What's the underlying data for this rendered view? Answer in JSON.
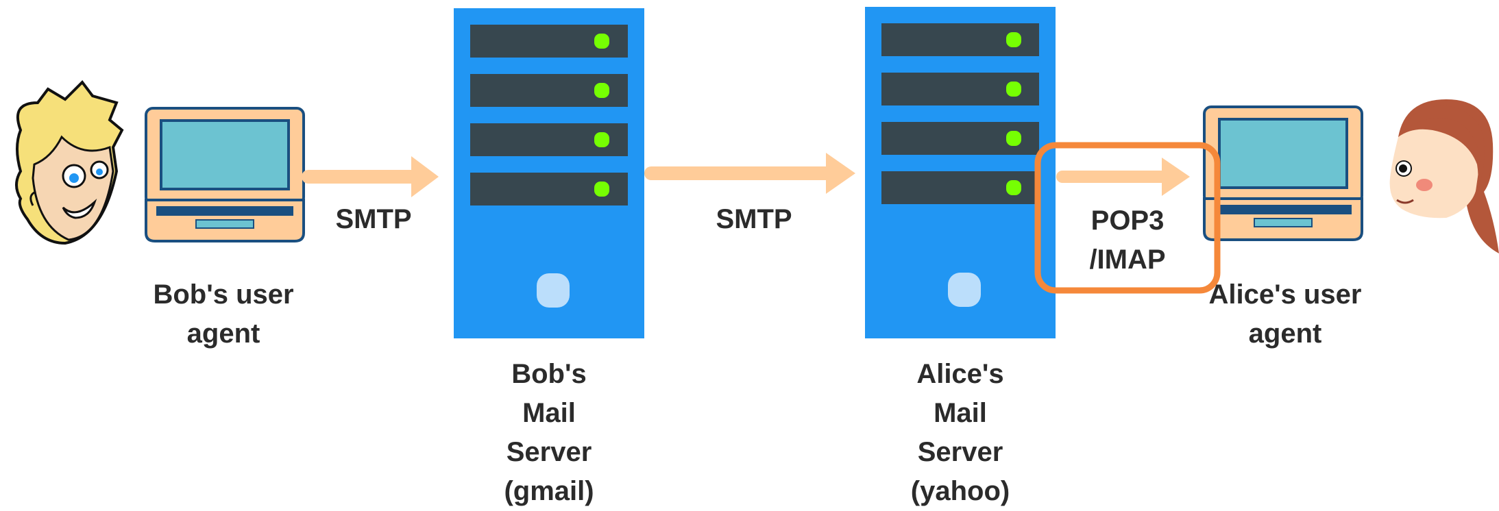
{
  "bob_agent_label": [
    "Bob's user",
    "agent"
  ],
  "bob_server_label": [
    "Bob's",
    "Mail",
    "Server",
    "(gmail)"
  ],
  "alice_server_label": [
    "Alice's",
    "Mail",
    "Server",
    "(yahoo)"
  ],
  "alice_agent_label": [
    "Alice's user",
    "agent"
  ],
  "protocol_1": "SMTP",
  "protocol_2": "SMTP",
  "protocol_3": [
    "POP3",
    "/IMAP"
  ],
  "colors": {
    "server": "#2196f3",
    "server_slot": "#37474f",
    "led": "#76ff03",
    "server_button": "#bbdefb",
    "laptop_body": "#ffcc99",
    "laptop_outline": "#1a4f80",
    "laptop_screen": "#6cc3d1",
    "arrow": "#ffcc99",
    "highlight": "#f5883a",
    "text": "#2b2b2b"
  }
}
